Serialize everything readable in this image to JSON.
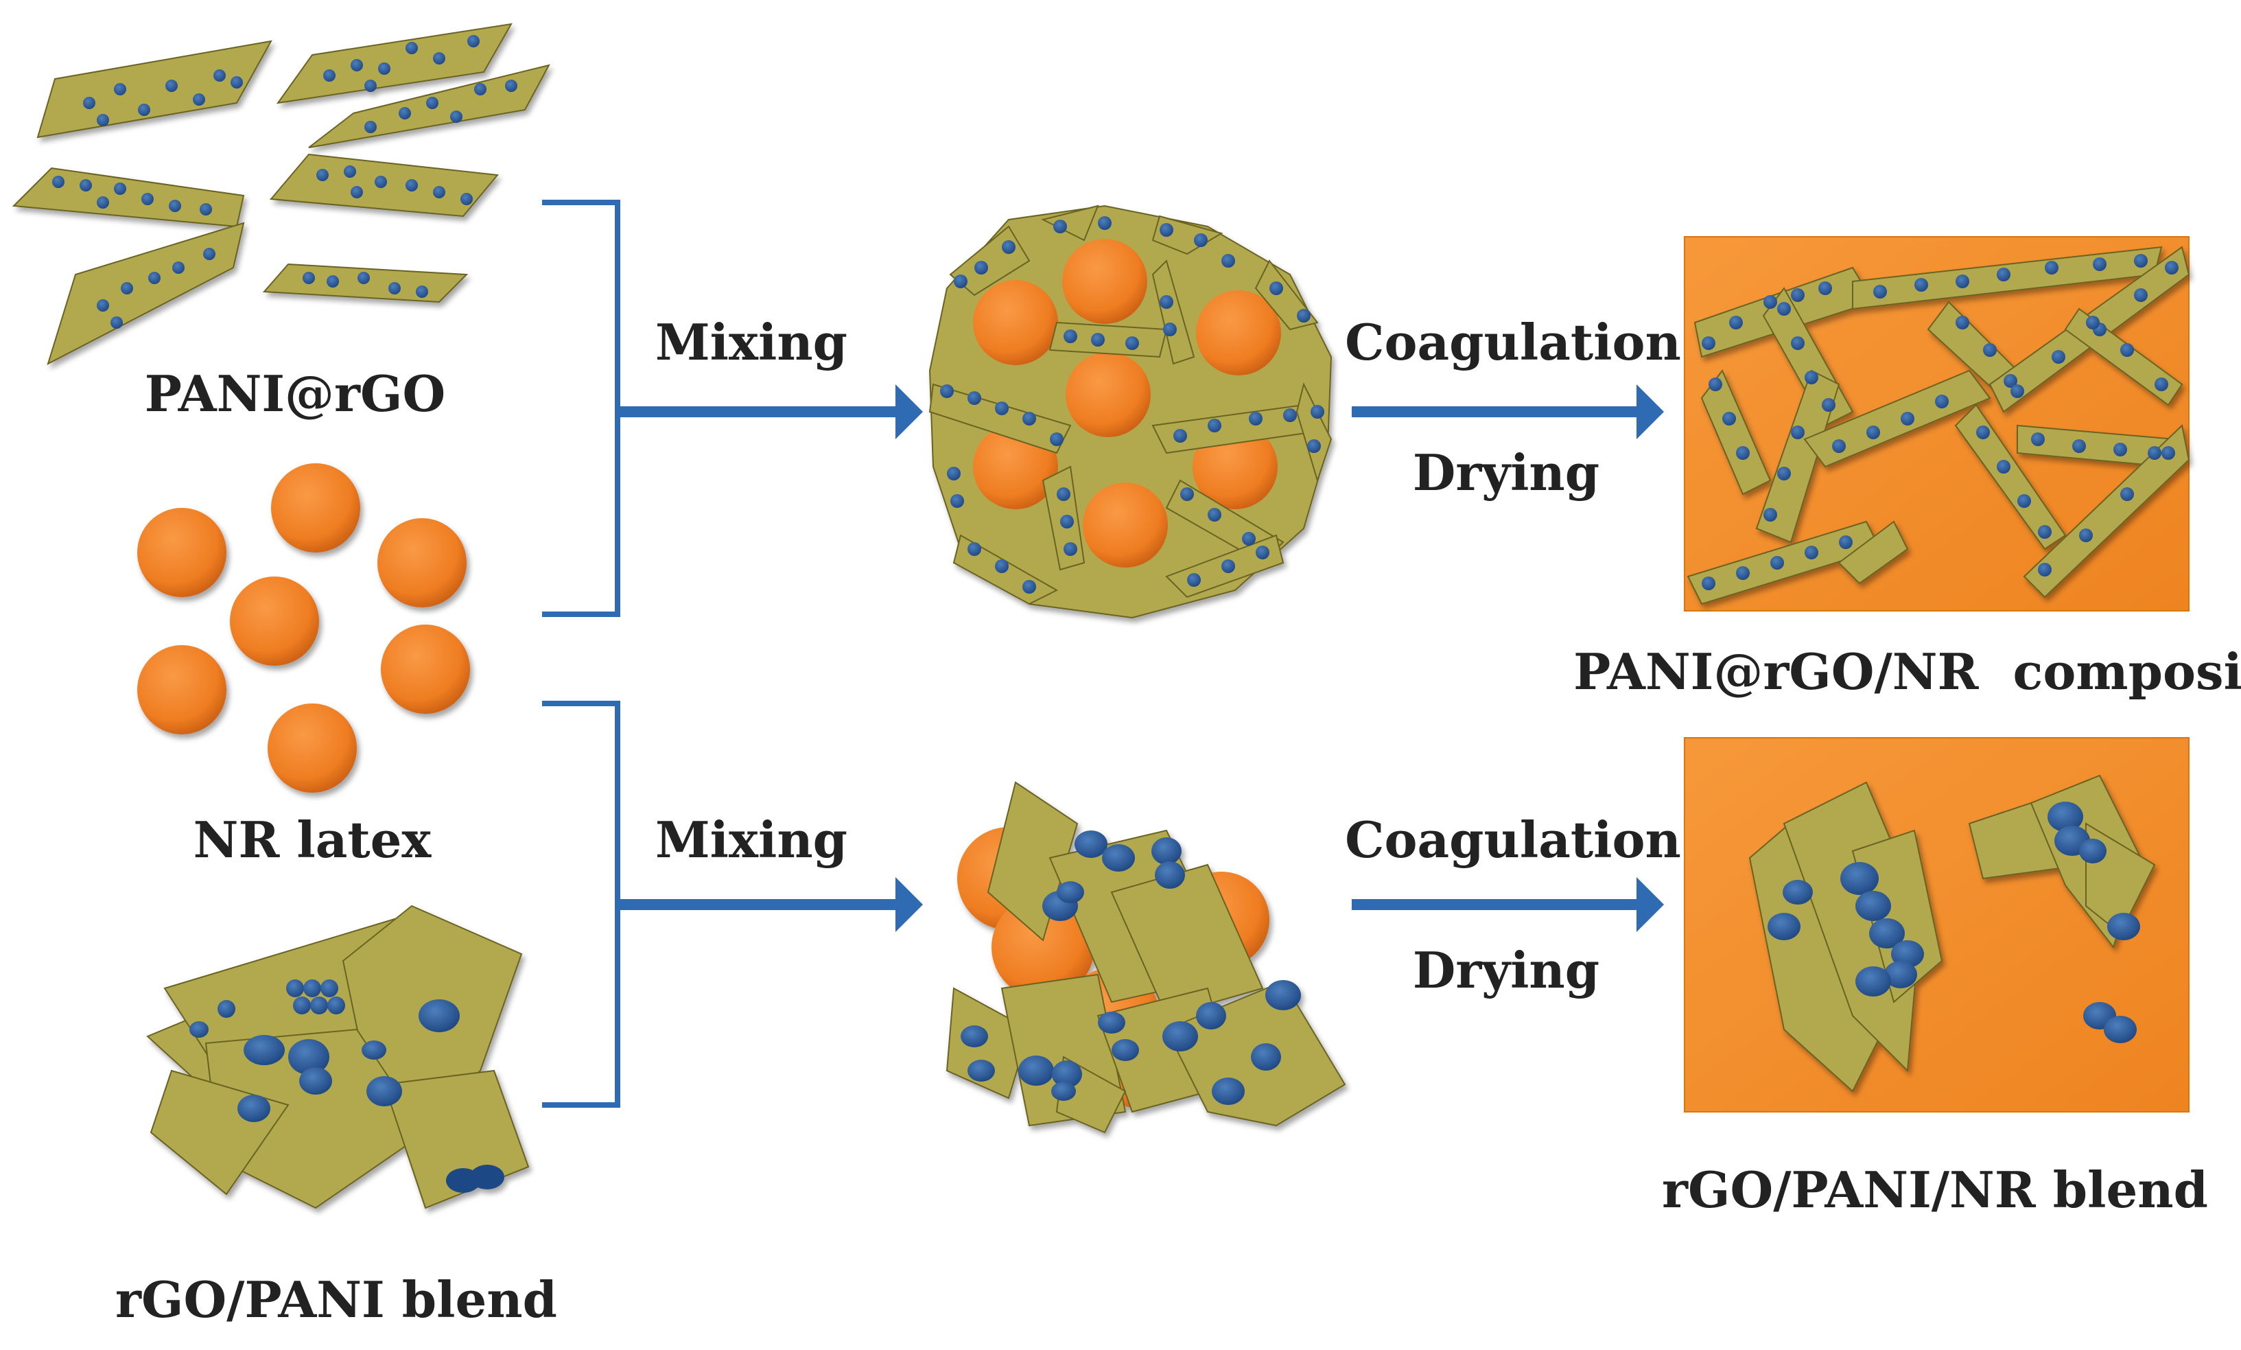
{
  "labels": {
    "pani_rgo": "PANI@rGO",
    "nr_latex": "NR latex",
    "rgo_pani_blend": "rGO/PANI blend",
    "composite": "PANI@rGO/NR  composite",
    "blend": "rGO/PANI/NR blend"
  },
  "steps": {
    "mixing_top": "Mixing",
    "mixing_bottom": "Mixing",
    "coagulation_top": "Coagulation",
    "drying_top": "Drying",
    "coagulation_bottom": "Coagulation",
    "drying_bottom": "Drying"
  },
  "colors": {
    "sheet": "#b2a94f",
    "sheet_shadow": "#5e5a2a",
    "dot": "#2a5896",
    "latex": "#ef7d22",
    "latex_dark": "#c25a10",
    "panel": "#f3902f",
    "arrow": "#2e6bb3",
    "bracket": "#2e6bb3"
  }
}
